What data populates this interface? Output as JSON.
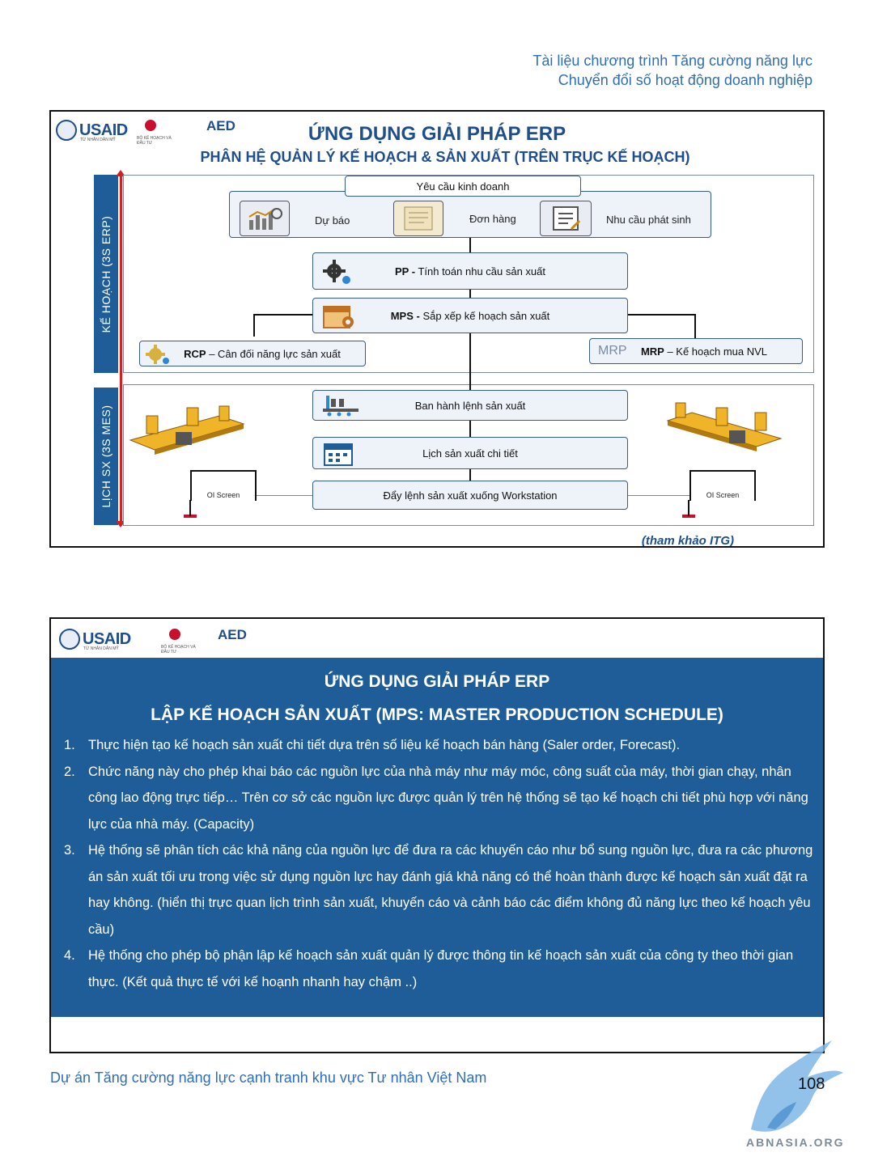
{
  "header": {
    "line1": "Tài liệu chương trình Tăng cường năng lực",
    "line2": "Chuyển đổi số hoạt động doanh nghiệp"
  },
  "logos": {
    "usaid": "USAID",
    "usaid_sub": "TỪ NHÂN DÂN MỸ",
    "mpi_sub": "BỘ KẾ HOẠCH VÀ ĐẦU TƯ",
    "aed": "AED"
  },
  "slide1": {
    "title": "ỨNG DỤNG GIẢI PHÁP ERP",
    "subtitle": "PHÂN HỆ QUẢN LÝ KẾ HOẠCH & SẢN XUẤT (TRÊN TRỤC KẾ HOẠCH)",
    "sidebar_top": "KẾ HOẠCH (3S ERP)",
    "sidebar_bottom": "LỊCH SX (3S MES)",
    "business_req": "Yêu cầu kinh doanh",
    "forecast": "Dự báo",
    "order": "Đơn hàng",
    "demand": "Nhu cầu phát sinh",
    "pp_bold": "PP -",
    "pp_text": " Tính toán nhu cầu sản xuất",
    "mps_bold": "MPS -",
    "mps_text": " Sắp xếp kế hoạch sản xuất",
    "rcp_bold": "RCP",
    "rcp_text": " – Cân đối năng lực sản xuất",
    "mrp_bold": "MRP",
    "mrp_text": " – Kế hoạch mua NVL",
    "mrp_icon": "MRP",
    "issue_order": "Ban hành lệnh sản xuất",
    "schedule": "Lịch sản xuất chi tiết",
    "push": "Đẩy lệnh sản xuất xuống Workstation",
    "oi_left": "OI Screen",
    "oi_right": "OI Screen",
    "reference": "(tham khảo ITG)"
  },
  "slide2": {
    "title1": "ỨNG DỤNG GIẢI PHÁP ERP",
    "title2": "LẬP KẾ HOẠCH SẢN XUẤT (MPS: MASTER PRODUCTION SCHEDULE)",
    "items": [
      {
        "num": "1.",
        "text": "Thực hiện tạo kế hoạch sản xuất chi tiết dựa trên số liệu kế hoạch bán hàng (Saler order, Forecast)."
      },
      {
        "num": "2.",
        "text": "Chức năng này cho phép khai báo các nguồn lực của nhà máy như máy móc, công suất của máy, thời gian chạy, nhân công lao động trực tiếp… Trên cơ sở các nguồn lực được quản lý trên hệ thống sẽ tạo kế hoạch chi tiết phù hợp với năng lực của nhà máy. (Capacity)"
      },
      {
        "num": "3.",
        "text": "Hệ thống sẽ phân tích các khả năng của nguồn lực để đưa ra các khuyến cáo như bổ sung nguồn lực, đưa ra các phương án sản xuất tối ưu trong việc sử dụng nguồn lực hay đánh giá khả năng có thể hoàn thành được kế hoạch sản xuất đặt ra hay không. (hiển thị trực quan lịch trình sản xuất, khuyến cáo và cảnh báo các điểm không đủ năng lực theo kế hoạch yêu cầu)"
      },
      {
        "num": "4.",
        "text": "Hệ thống cho phép bộ phận lập kế hoạch sản xuất quản lý được thông tin kế hoạch sản xuất của công ty theo thời gian thực. (Kết quả thực tế với kế hoạnh nhanh hay chậm ..)"
      }
    ]
  },
  "footer": {
    "text": "Dự án Tăng cường năng lực cạnh tranh khu vực Tư nhân Việt Nam",
    "page": "108",
    "watermark": "ABNASIA.ORG"
  }
}
